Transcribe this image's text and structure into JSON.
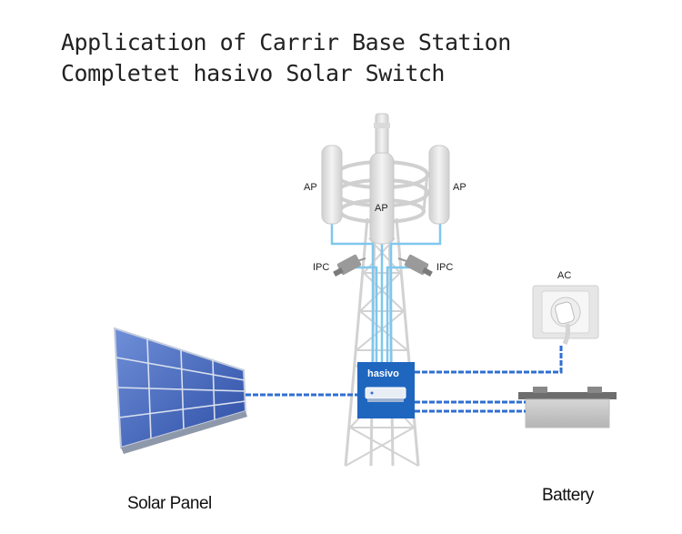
{
  "title": {
    "line1": "Application of Carrir Base Station",
    "line2": "Completet hasivo Solar Switch"
  },
  "labels": {
    "ap_left": "AP",
    "ap_center": "AP",
    "ap_right": "AP",
    "ipc_left": "IPC",
    "ipc_right": "IPC",
    "ac": "AC",
    "switch_brand": "hasivo",
    "solar_panel": "Solar Panel",
    "battery": "Battery"
  },
  "colors": {
    "cable": "#2f6fd0",
    "cable_light": "#7fc7ee",
    "switch_box": "#1f66bf"
  }
}
